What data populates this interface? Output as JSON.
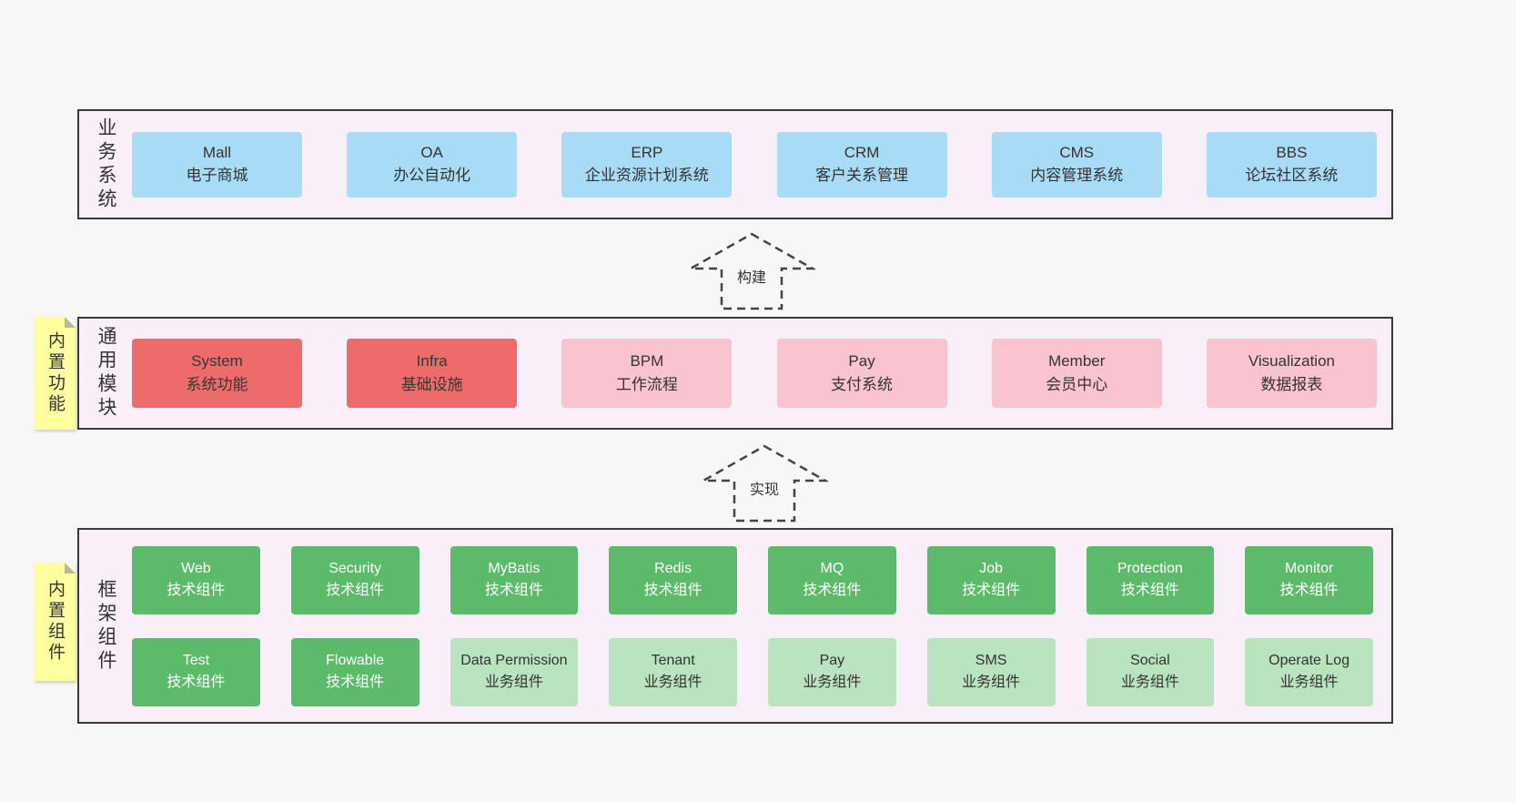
{
  "layers": [
    {
      "name": "business-systems",
      "side_label": "业务系统",
      "boxes": [
        {
          "title": "Mall",
          "subtitle": "电子商城"
        },
        {
          "title": "OA",
          "subtitle": "办公自动化"
        },
        {
          "title": "ERP",
          "subtitle": "企业资源计划系统"
        },
        {
          "title": "CRM",
          "subtitle": "客户关系管理"
        },
        {
          "title": "CMS",
          "subtitle": "内容管理系统"
        },
        {
          "title": "BBS",
          "subtitle": "论坛社区系统"
        }
      ]
    },
    {
      "name": "common-modules",
      "side_label": "通用模块",
      "sticky_label": "内置功能",
      "boxes": [
        {
          "title": "System",
          "subtitle": "系统功能"
        },
        {
          "title": "Infra",
          "subtitle": "基础设施"
        },
        {
          "title": "BPM",
          "subtitle": "工作流程"
        },
        {
          "title": "Pay",
          "subtitle": "支付系统"
        },
        {
          "title": "Member",
          "subtitle": "会员中心"
        },
        {
          "title": "Visualization",
          "subtitle": "数据报表"
        }
      ]
    },
    {
      "name": "framework-components",
      "side_label": "框架组件",
      "sticky_label": "内置组件",
      "boxes": [
        {
          "title": "Web",
          "subtitle": "技术组件"
        },
        {
          "title": "Security",
          "subtitle": "技术组件"
        },
        {
          "title": "MyBatis",
          "subtitle": "技术组件"
        },
        {
          "title": "Redis",
          "subtitle": "技术组件"
        },
        {
          "title": "MQ",
          "subtitle": "技术组件"
        },
        {
          "title": "Job",
          "subtitle": "技术组件"
        },
        {
          "title": "Protection",
          "subtitle": "技术组件"
        },
        {
          "title": "Monitor",
          "subtitle": "技术组件"
        },
        {
          "title": "Test",
          "subtitle": "技术组件"
        },
        {
          "title": "Flowable",
          "subtitle": "技术组件"
        },
        {
          "title": "Data Permission",
          "subtitle": "业务组件"
        },
        {
          "title": "Tenant",
          "subtitle": "业务组件"
        },
        {
          "title": "Pay",
          "subtitle": "业务组件"
        },
        {
          "title": "SMS",
          "subtitle": "业务组件"
        },
        {
          "title": "Social",
          "subtitle": "业务组件"
        },
        {
          "title": "Operate Log",
          "subtitle": "业务组件"
        }
      ]
    }
  ],
  "arrows": [
    {
      "label": "构建"
    },
    {
      "label": "实现"
    }
  ],
  "colors": {
    "page_bg": "#f7f7f7",
    "layer_bg": "#f9eff8",
    "layer_border": "#3a3a3a",
    "blue_box": "#a8dcf6",
    "red_box": "#ee6b6b",
    "pink_box": "#f9c4cf",
    "green_dark_box": "#5bbb6a",
    "green_light_box": "#bae3bf",
    "sticky_bg": "#feff9e",
    "text_dark": "#333333",
    "text_light": "#ffffff"
  }
}
